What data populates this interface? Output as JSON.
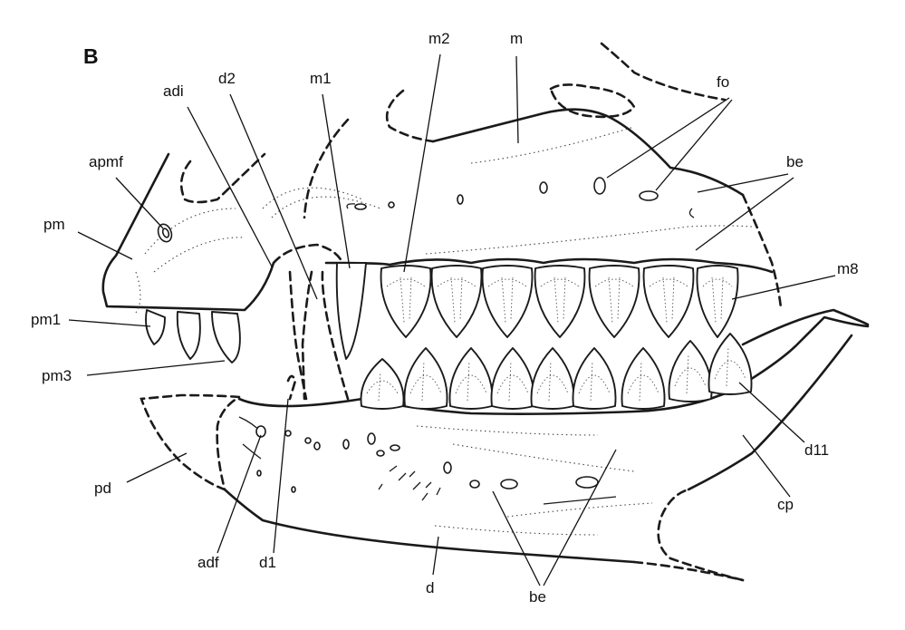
{
  "figure": {
    "panel_letter": "B",
    "labels": {
      "m": "m",
      "m2": "m2",
      "m1": "m1",
      "d2": "d2",
      "adi": "adi",
      "fo": "fo",
      "apmf": "apmf",
      "be_upper": "be",
      "pm": "pm",
      "m8": "m8",
      "pm1": "pm1",
      "pm3": "pm3",
      "d11": "d11",
      "pd": "pd",
      "cp": "cp",
      "adf": "adf",
      "d1": "d1",
      "d": "d",
      "be_lower": "be"
    }
  }
}
